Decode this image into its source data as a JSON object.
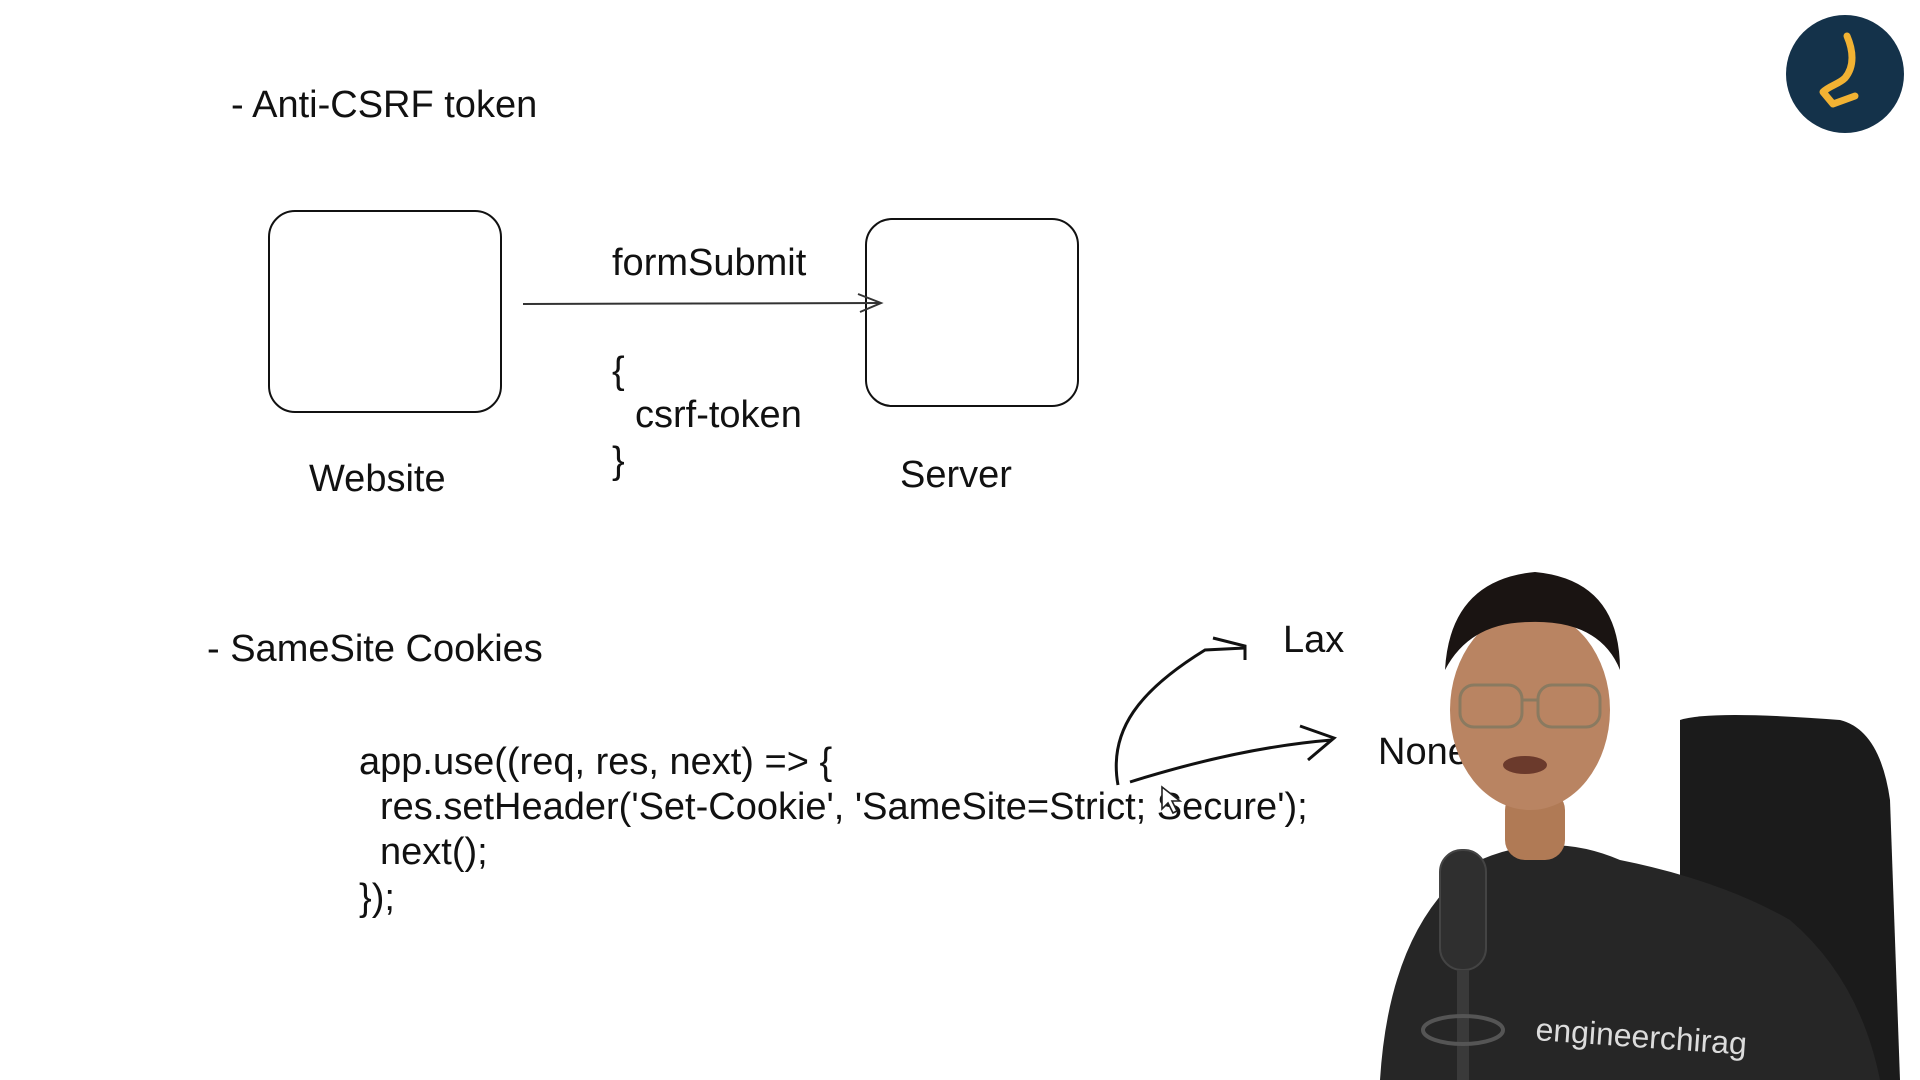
{
  "sections": {
    "anti_csrf_heading": "- Anti-CSRF token",
    "samesite_heading": "- SameSite Cookies"
  },
  "diagram": {
    "website_label": "Website",
    "server_label": "Server",
    "arrow_label": "formSubmit",
    "payload_open": "{",
    "payload_field": "csrf-token",
    "payload_close": "}"
  },
  "code": {
    "line1": "app.use((req, res, next) => {",
    "line2": "res.setHeader('Set-Cookie', 'SameSite=Strict; Secure');",
    "line3": "next();",
    "line4": "});"
  },
  "annotations": {
    "option_lax": "Lax",
    "option_none": "None"
  },
  "overlay": {
    "shirt_text": "engineerchirag"
  },
  "colors": {
    "ink": "#111111",
    "logo_bg": "#14324a",
    "logo_mark": "#f2b233"
  },
  "icons": {
    "logo": "brand-logo-icon",
    "cursor": "mouse-cursor-icon"
  }
}
